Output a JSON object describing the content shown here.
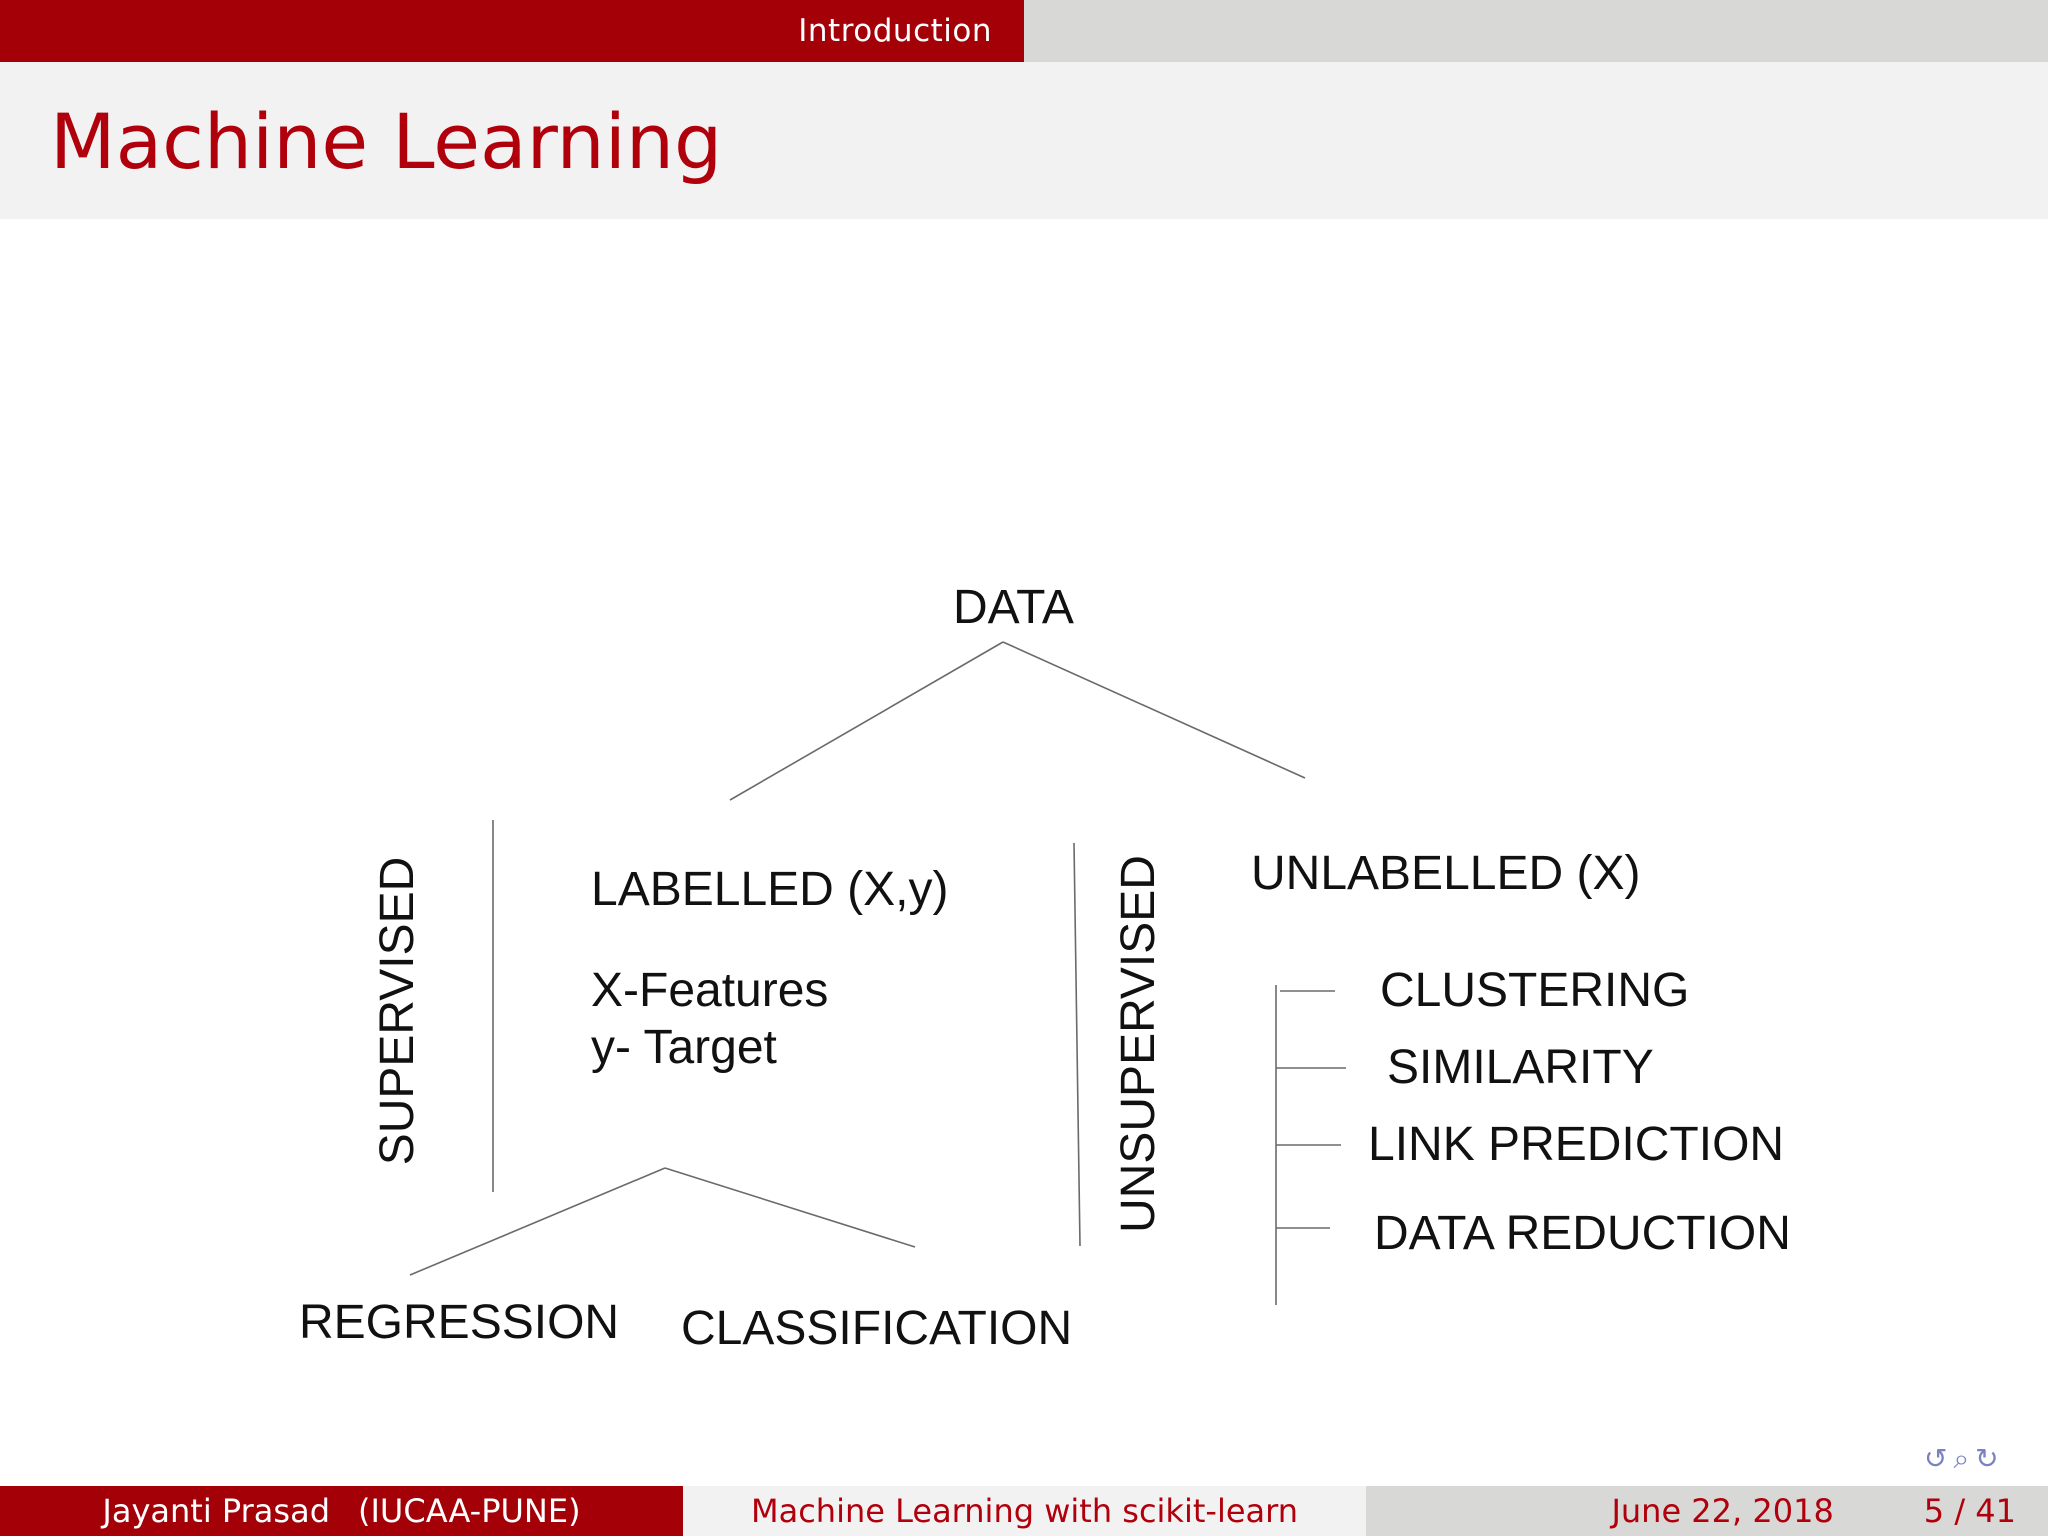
{
  "header": {
    "section": "Introduction",
    "frame_title": "Machine Learning"
  },
  "diagram": {
    "root": "DATA",
    "labelled": "LABELLED (X,y)",
    "unlabelled": "UNLABELLED (X)",
    "supervised": "SUPERVISED",
    "unsupervised": "UNSUPERVISED",
    "features": "X-Features",
    "target": "y- Target",
    "regression": "REGRESSION",
    "classification": "CLASSIFICATION",
    "unsupervised_tasks": [
      "CLUSTERING",
      "SIMILARITY",
      "LINK PREDICTION",
      "DATA REDUCTION"
    ]
  },
  "footer": {
    "author": "Jayanti Prasad",
    "affiliation": "(IUCAA-PUNE)",
    "talk_title": "Machine Learning with scikit-learn",
    "date": "June 22, 2018",
    "page": "5 / 41"
  },
  "nav_icons": [
    "undo-icon",
    "search-icon",
    "redo-icon"
  ],
  "colors": {
    "accent": "#a30008",
    "title": "#b0000c",
    "bar_gray": "#d8d8d6",
    "bar_light": "#f3f2f3",
    "nav": "#7b82c2"
  }
}
